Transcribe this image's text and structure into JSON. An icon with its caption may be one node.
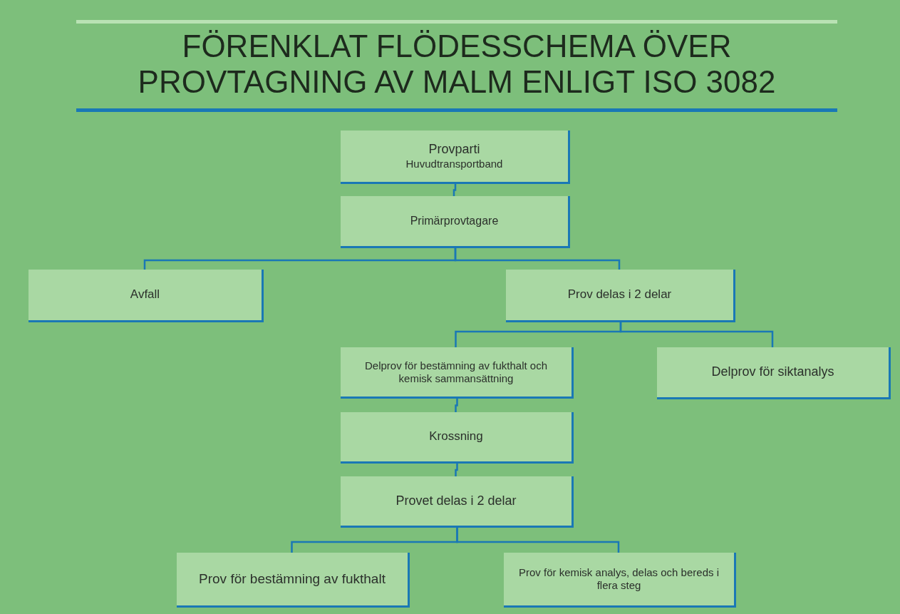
{
  "diagram": {
    "title": "FÖRENKLAT FLÖDESSCHEMA ÖVER PROVTAGNING AV MALM ENLIGT ISO 3082",
    "nodes": [
      {
        "text": [
          "Provparti",
          "Huvudtransportband"
        ]
      },
      {
        "text": [
          "Primärprovtagare"
        ]
      },
      {
        "text": [
          "Avfall"
        ]
      },
      {
        "text": [
          "Prov delas i 2 delar"
        ]
      },
      {
        "text": [
          "Delprov för bestämning av fukthalt och kemisk sammansättning"
        ]
      },
      {
        "text": [
          "Delprov för siktanalys"
        ]
      },
      {
        "text": [
          "Krossning"
        ]
      },
      {
        "text": [
          "Provet delas i 2 delar"
        ]
      },
      {
        "text": [
          "Prov för bestämning av fukthalt"
        ]
      },
      {
        "text": [
          "Prov för kemisk analys, delas och bereds i flera steg"
        ]
      }
    ],
    "edges": [
      {
        "from": 0,
        "to": 1,
        "arrow": "none"
      },
      {
        "from": 1,
        "to": 2,
        "arrow": "none"
      },
      {
        "from": 1,
        "to": 3,
        "arrow": "none"
      },
      {
        "from": 3,
        "to": 4,
        "arrow": "none"
      },
      {
        "from": 3,
        "to": 5,
        "arrow": "none"
      },
      {
        "from": 4,
        "to": 6,
        "arrow": "none"
      },
      {
        "from": 6,
        "to": 7,
        "arrow": "none"
      },
      {
        "from": 7,
        "to": 8,
        "arrow": "none"
      },
      {
        "from": 7,
        "to": 9,
        "arrow": "none"
      }
    ]
  }
}
